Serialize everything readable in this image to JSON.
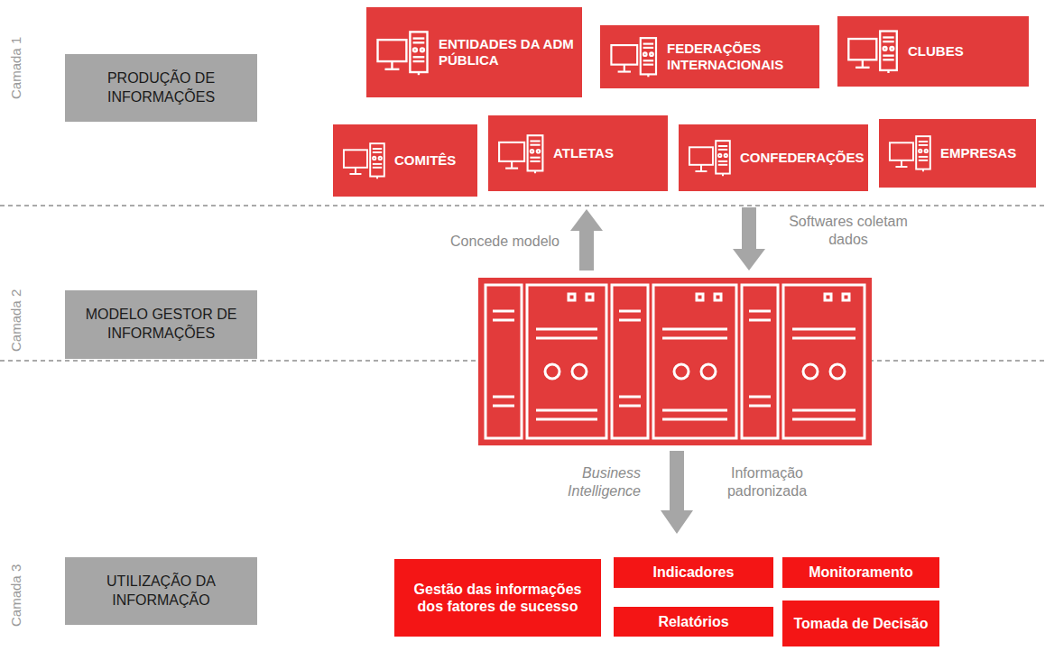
{
  "diagram": {
    "nodes": [
      {
        "text": [
          "PRODUÇÃO DE INFORMAÇÕES"
        ]
      },
      {
        "text": [
          "ENTIDADES DA ADM PÚBLICA"
        ]
      },
      {
        "text": [
          "FEDERAÇÕES INTERNACIONAIS"
        ]
      },
      {
        "text": [
          "CLUBES"
        ]
      },
      {
        "text": [
          "COMITÊS"
        ]
      },
      {
        "text": [
          "ATLETAS"
        ]
      },
      {
        "text": [
          "CONFEDERAÇÕES"
        ]
      },
      {
        "text": [
          "EMPRESAS"
        ]
      },
      {
        "text": [
          "MODELO GESTOR DE INFORMAÇÕES"
        ]
      },
      {
        "text": [
          "UTILIZAÇÃO DA INFORMAÇÃO"
        ]
      },
      {
        "text": [
          "Gestão das informações dos fatores de sucesso"
        ]
      },
      {
        "text": [
          "Indicadores"
        ]
      },
      {
        "text": [
          "Monitoramento"
        ]
      },
      {
        "text": [
          "Relatórios"
        ]
      },
      {
        "text": [
          "Tomada de Decisão"
        ]
      }
    ],
    "labels": [
      "Camada 1",
      "Camada 2",
      "Camada 3",
      "Concede modelo",
      "Softwares coletam dados",
      "Business Intelligence",
      "Informação padronizada"
    ]
  }
}
